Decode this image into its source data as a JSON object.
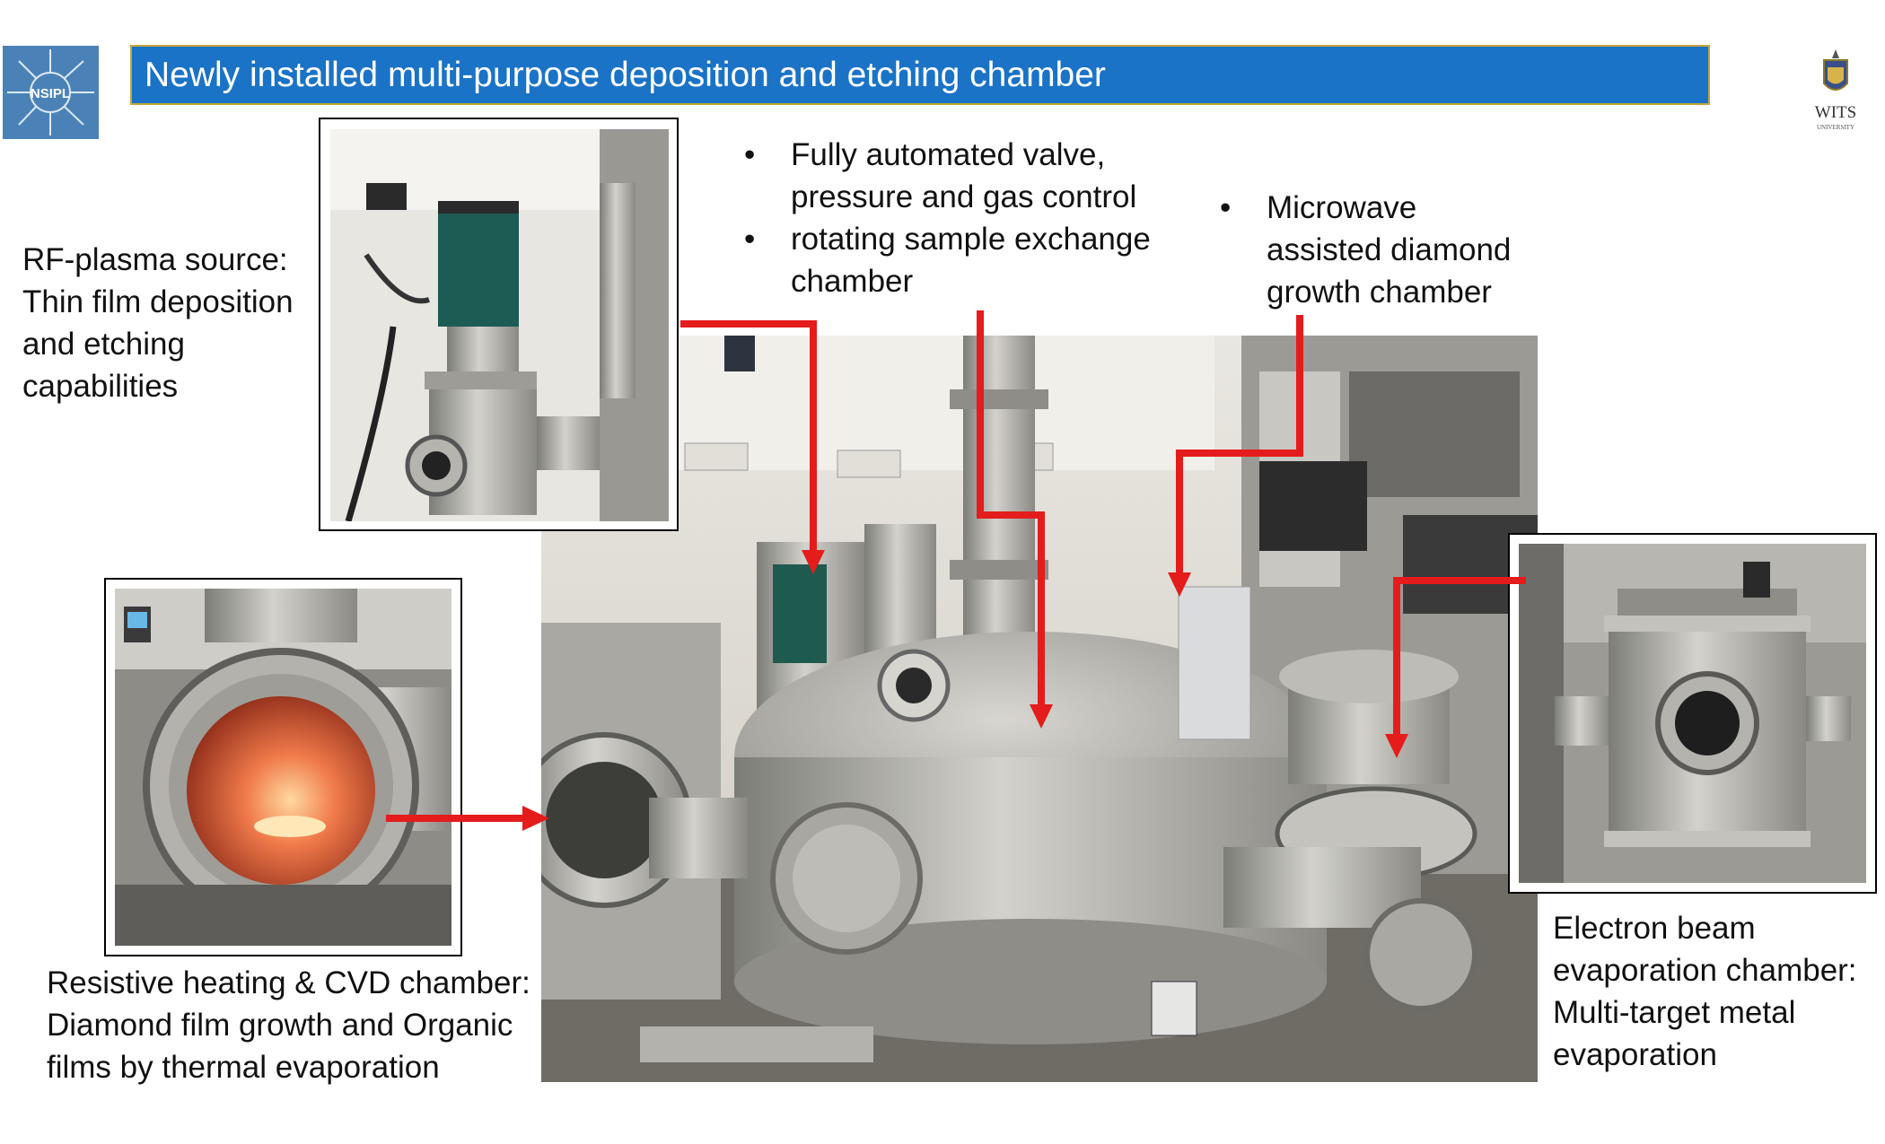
{
  "title": "Newly installed multi-purpose deposition and etching chamber",
  "logos": {
    "left": "NSIPL",
    "right_line1": "WITS",
    "right_line2": "UNIVERSITY"
  },
  "labels": {
    "rf_plasma": [
      "RF-plasma source:",
      "Thin film deposition",
      "and etching",
      "capabilities"
    ],
    "center_bullets": [
      [
        "Fully automated valve,",
        "pressure and gas control"
      ],
      [
        "rotating sample exchange",
        "chamber"
      ]
    ],
    "microwave_bullet": [
      "Microwave",
      "assisted diamond",
      "growth chamber"
    ],
    "resistive": [
      "Resistive heating & CVD chamber:",
      "Diamond film growth and Organic",
      "films by thermal evaporation"
    ],
    "ebeam": [
      "Electron beam",
      "evaporation chamber:",
      "Multi-target metal",
      "evaporation"
    ]
  },
  "colors": {
    "title_bg": "#1a73c6",
    "title_border": "#c7a53a",
    "arrow": "#e41c1c"
  }
}
